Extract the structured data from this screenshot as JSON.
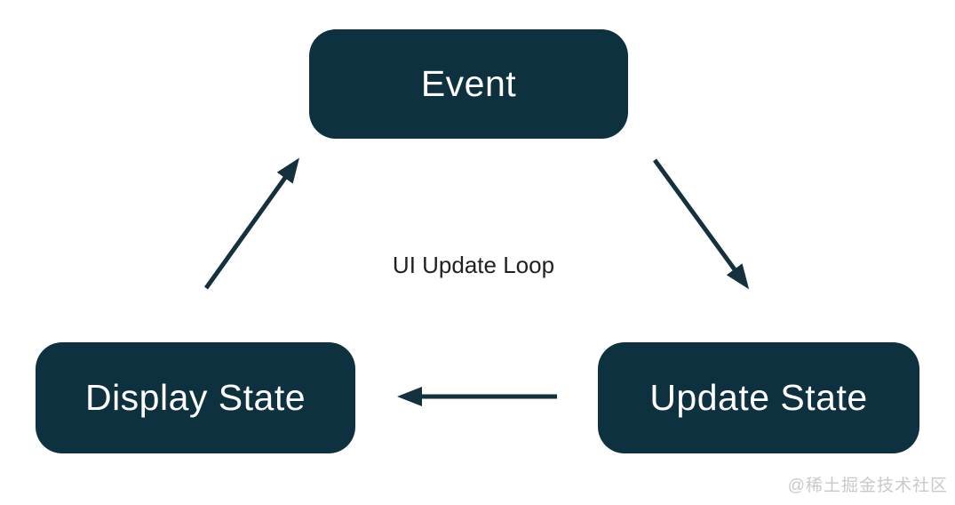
{
  "diagram": {
    "title": "UI Update Loop",
    "nodes": [
      {
        "id": "event",
        "label": "Event"
      },
      {
        "id": "update-state",
        "label": "Update State"
      },
      {
        "id": "display-state",
        "label": "Display State"
      }
    ],
    "edges": [
      {
        "from": "event",
        "to": "update-state",
        "direction": "down-right"
      },
      {
        "from": "update-state",
        "to": "display-state",
        "direction": "left"
      },
      {
        "from": "display-state",
        "to": "event",
        "direction": "up-right"
      }
    ],
    "colors": {
      "node_fill": "#0e313f",
      "node_text": "#ffffff",
      "arrow": "#14313e",
      "label_text": "#202124",
      "watermark": "#c9c9c9",
      "background": "#ffffff"
    }
  },
  "watermark": {
    "text": "@稀土掘金技术社区"
  }
}
